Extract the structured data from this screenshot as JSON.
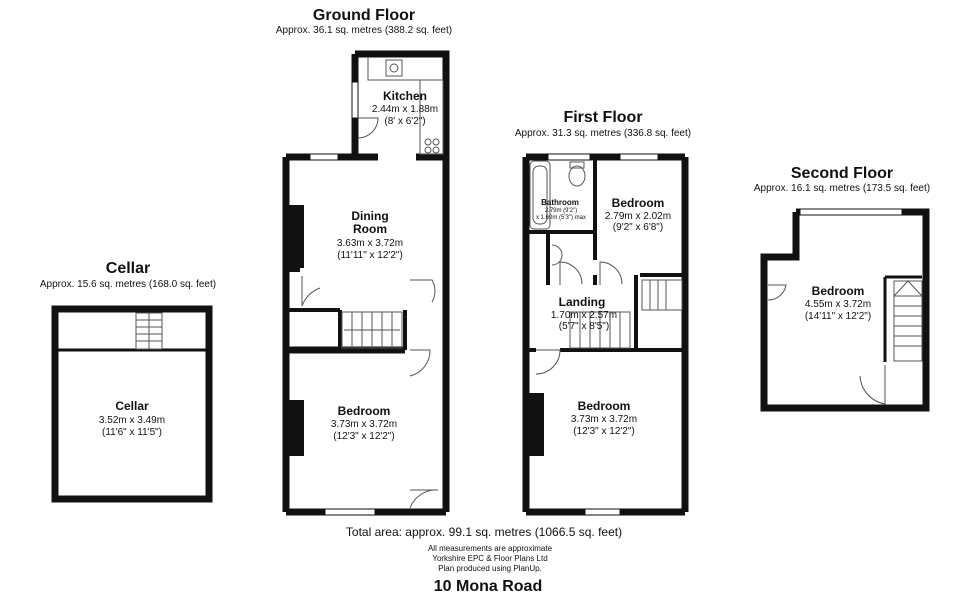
{
  "floors": {
    "ground": {
      "title": "Ground Floor",
      "area": "Approx. 36.1 sq. metres (388.2 sq. feet)",
      "rooms": {
        "kitchen": {
          "name": "Kitchen",
          "dim_m": "2.44m x 1.88m",
          "dim_ft": "(8' x 6'2\")"
        },
        "dining": {
          "name_line1": "Dining",
          "name_line2": "Room",
          "dim_m": "3.63m x 3.72m",
          "dim_ft": "(11'11\" x 12'2\")"
        },
        "bedroom": {
          "name": "Bedroom",
          "dim_m": "3.73m x 3.72m",
          "dim_ft": "(12'3\" x 12'2\")"
        }
      }
    },
    "first": {
      "title": "First Floor",
      "area": "Approx. 31.3 sq. metres (336.8 sq. feet)",
      "rooms": {
        "bathroom": {
          "name": "Bathroom",
          "dim_line1": "2.79m (9'2\")",
          "dim_line2": "x 1.60m (5'3\") max"
        },
        "bedroom_small": {
          "name": "Bedroom",
          "dim_m": "2.79m x 2.02m",
          "dim_ft": "(9'2\" x 6'8\")"
        },
        "landing": {
          "name": "Landing",
          "dim_m": "1.70m x 2.57m",
          "dim_ft": "(5'7\" x 8'5\")"
        },
        "bedroom_large": {
          "name": "Bedroom",
          "dim_m": "3.73m x 3.72m",
          "dim_ft": "(12'3\" x 12'2\")"
        }
      }
    },
    "second": {
      "title": "Second Floor",
      "area": "Approx. 16.1 sq. metres (173.5 sq. feet)",
      "rooms": {
        "bedroom": {
          "name": "Bedroom",
          "dim_m": "4.55m x 3.72m",
          "dim_ft": "(14'11\" x 12'2\")"
        }
      }
    },
    "cellar": {
      "title": "Cellar",
      "area": "Approx. 15.6 sq. metres (168.0 sq. feet)",
      "rooms": {
        "cellar": {
          "name": "Cellar",
          "dim_m": "3.52m x 3.49m",
          "dim_ft": "(11'6\" x 11'5\")"
        }
      }
    }
  },
  "footer": {
    "total": "Total area: approx. 99.1 sq. metres (1066.5 sq. feet)",
    "note1": "All measurements are approximate",
    "note2": "Yorkshire EPC & Floor Plans  Ltd",
    "note3": "Plan produced using PlanUp.",
    "address": "10 Mona Road"
  },
  "colors": {
    "wall": "#111111",
    "background": "#ffffff",
    "fixture": "#555555"
  }
}
